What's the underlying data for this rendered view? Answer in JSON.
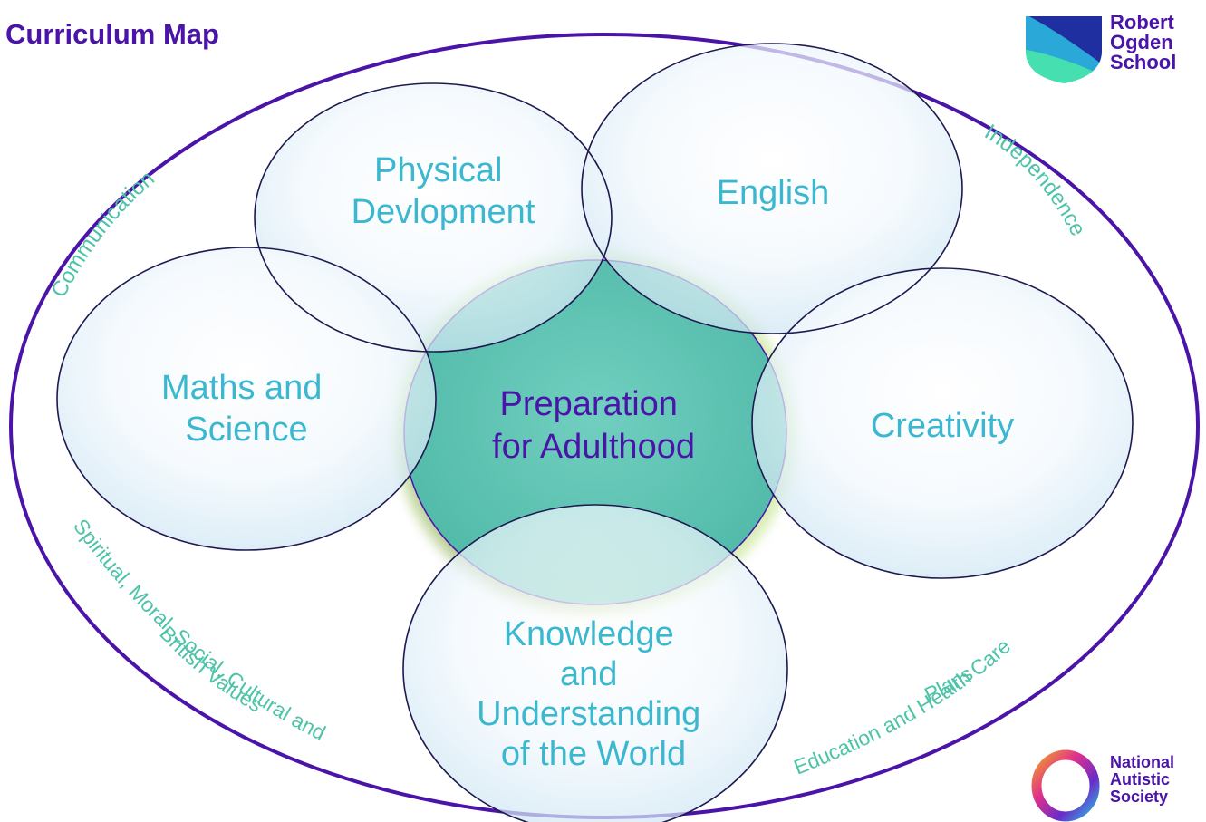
{
  "title": "Curriculum Map",
  "center": {
    "lines": [
      "Preparation",
      "for Adulthood"
    ]
  },
  "circles": [
    {
      "id": "physical",
      "lines": [
        "Physical",
        "Devlopment"
      ]
    },
    {
      "id": "english",
      "lines": [
        "English"
      ]
    },
    {
      "id": "maths",
      "lines": [
        "Maths and",
        "Science"
      ]
    },
    {
      "id": "creativity",
      "lines": [
        "Creativity"
      ]
    },
    {
      "id": "knowledge",
      "lines": [
        "Knowledge",
        "and",
        "Understanding",
        "of the World"
      ]
    }
  ],
  "outer_labels": {
    "communication": "Communication",
    "independence": "Independence",
    "smsc_line1": "Spiritual, Moral, Social, Cultural and",
    "smsc_line2": "British Values",
    "ehc_line1": "Education and Health Care",
    "ehc_line2": "Plans"
  },
  "logos": {
    "school": [
      "Robert",
      "Ogden",
      "School"
    ],
    "society": [
      "National",
      "Autistic",
      "Society"
    ]
  },
  "colors": {
    "title": "#4b14a8",
    "circle_text": "#3bb8d0",
    "center_text": "#4b14a8",
    "outer_text": "#4dc3a8",
    "outline": "#4b14a8",
    "center_fill": "#5fc5b5"
  }
}
